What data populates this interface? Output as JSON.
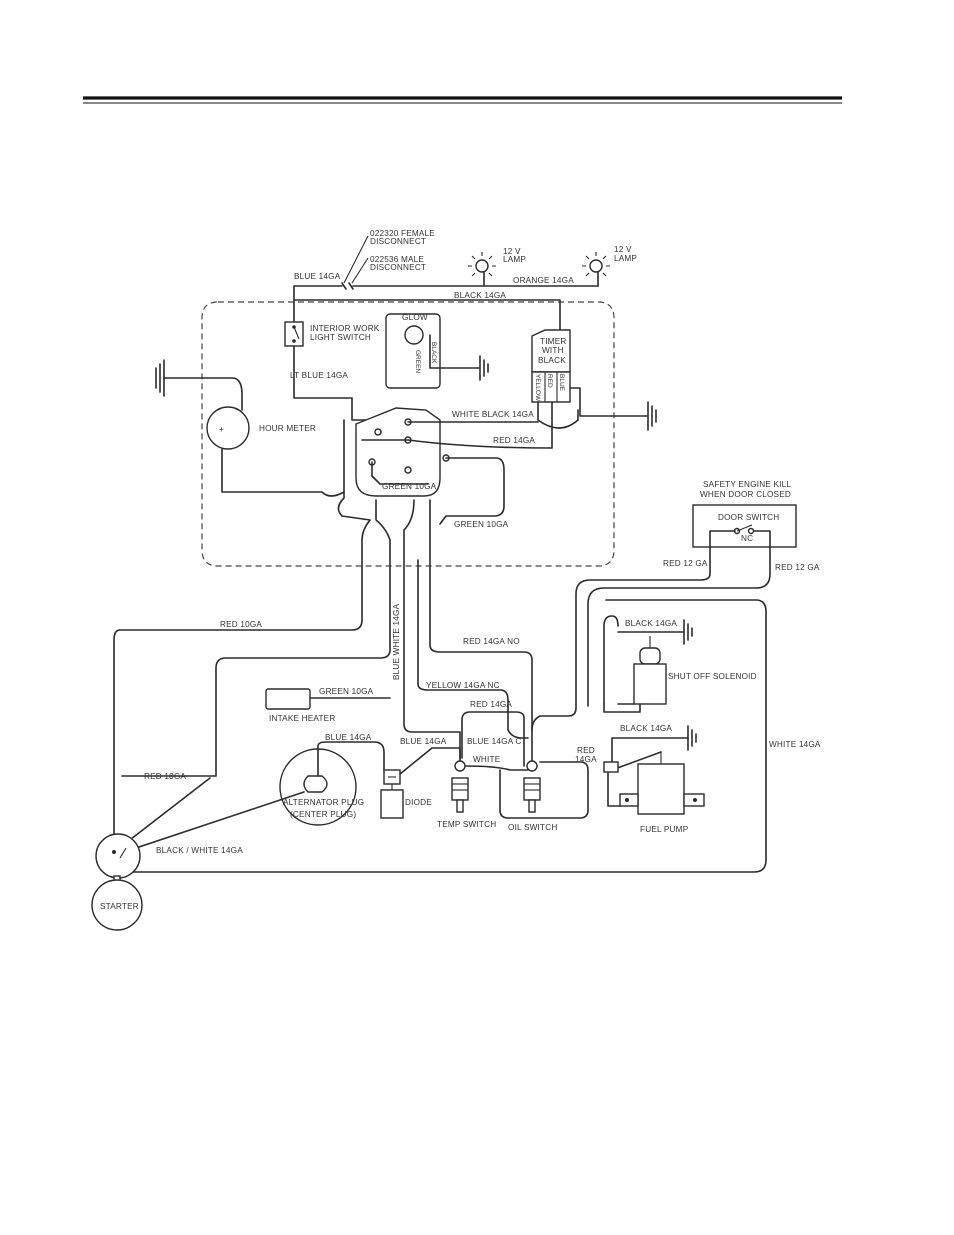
{
  "labels": {
    "female_disconnect": "022320 FEMALE",
    "female_disconnect_2": "DISCONNECT",
    "male_disconnect": "022536 MALE",
    "male_disconnect_2": "DISCONNECT",
    "blue_14ga_top": "BLUE 14GA",
    "lamp1": "12 V",
    "lamp1_b": "LAMP",
    "lamp2": "12 V",
    "lamp2_b": "LAMP",
    "orange_14ga": "ORANGE 14GA",
    "black_14ga_top": "BLACK 14GA",
    "interior_work": "INTERIOR WORK",
    "light_switch": "LIGHT SWITCH",
    "glow": "GLOW",
    "glow_wire_a": "GREEN",
    "glow_wire_b": "BLACK",
    "timer_1": "TIMER",
    "timer_2": "WITH",
    "timer_3": "BLACK",
    "timer_wire_a": "YELLOW",
    "timer_wire_b": "RED",
    "timer_wire_c": "BLUE",
    "lt_blue_14ga": "LT BLUE 14GA",
    "hour_meter": "HOUR METER",
    "white_black_14ga": "WHITE BLACK 14GA",
    "red_14ga": "RED 14GA",
    "green_10ga_1": "GREEN 10GA",
    "green_10ga_2": "GREEN 10GA",
    "safety_1": "SAFETY ENGINE KILL",
    "safety_2": "WHEN DOOR CLOSED",
    "door_switch": "DOOR SWITCH",
    "nc": "NC",
    "red_12ga_1": "RED 12 GA",
    "red_12ga_2": "RED 12 GA",
    "red_10ga_1": "RED 10GA",
    "blue_white_14ga": "BLUE WHITE 14GA",
    "red_14ga_no": "RED 14GA NO",
    "black_14ga_sol": "BLACK 14GA",
    "shutoff_solenoid": "SHUT OFF SOLENOID",
    "green_10ga_3": "GREEN 10GA",
    "intake_heater": "INTAKE HEATER",
    "yellow_14ga_nc": "YELLOW 14GA NC",
    "red_14ga_2": "RED 14GA",
    "blue_14ga_2": "BLUE 14GA",
    "blue_14ga_3": "BLUE 14GA",
    "blue_14ga_c": "BLUE 14GA C",
    "white": "WHITE",
    "black_14ga_fp": "BLACK 14GA",
    "red_14ga_fp_1": "RED",
    "red_14ga_fp_2": "14GA",
    "white_14ga": "WHITE 14GA",
    "red_10ga_2": "RED 10GA",
    "alternator_1": "ALTERNATOR PLUG",
    "alternator_2": "(CENTER PLUG)",
    "diode": "DIODE",
    "temp_switch": "TEMP SWITCH",
    "oil_switch": "OIL SWITCH",
    "fuel_pump": "FUEL PUMP",
    "black_white_14ga": "BLACK / WHITE 14GA",
    "starter": "STARTER",
    "meter_plus": "+"
  }
}
